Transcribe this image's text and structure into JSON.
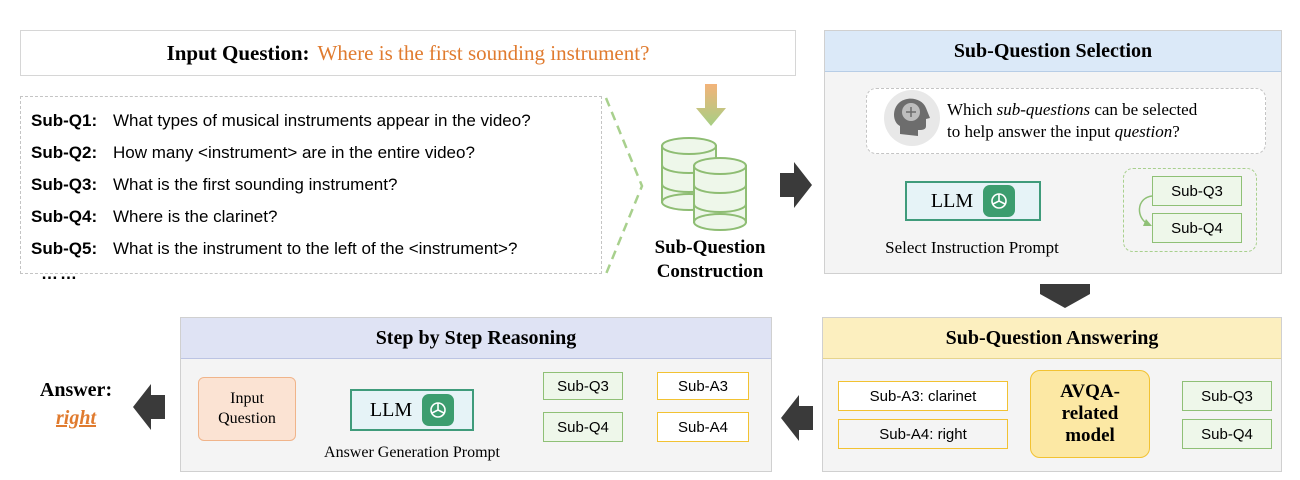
{
  "input": {
    "label": "Input Question:",
    "question": "Where is the first sounding instrument?"
  },
  "sub_questions": [
    {
      "tag": "Sub-Q1:",
      "text": "What types of musical instruments appear in the video?"
    },
    {
      "tag": "Sub-Q2:",
      "text": "How many <instrument> are in the entire video?"
    },
    {
      "tag": "Sub-Q3:",
      "text": "What is the first sounding instrument?"
    },
    {
      "tag": "Sub-Q4:",
      "text": "Where is the clarinet?"
    },
    {
      "tag": "Sub-Q5:",
      "text": "What is the instrument to the left of the <instrument>?"
    }
  ],
  "sub_questions_more": "……",
  "construction": {
    "line1": "Sub-Question",
    "line2": "Construction"
  },
  "selection": {
    "title": "Sub-Question Selection",
    "thought_pre": "Which ",
    "thought_em1": "sub-questions",
    "thought_mid": " can be selected",
    "thought_line2_pre": "to help answer the input ",
    "thought_em2": "question",
    "thought_end": "?",
    "llm": "LLM",
    "prompt": "Select Instruction Prompt",
    "selected": [
      "Sub-Q3",
      "Sub-Q4"
    ]
  },
  "answering": {
    "title": "Sub-Question Answering",
    "model_line1": "AVQA-",
    "model_line2": "related",
    "model_line3": "model",
    "inputs": [
      "Sub-Q3",
      "Sub-Q4"
    ],
    "outputs": [
      "Sub-A3: clarinet",
      "Sub-A4: right"
    ]
  },
  "reasoning": {
    "title": "Step by Step Reasoning",
    "input_line1": "Input",
    "input_line2": "Question",
    "llm": "LLM",
    "prompt": "Answer Generation Prompt",
    "pairs": [
      {
        "q": "Sub-Q3",
        "a": "Sub-A3"
      },
      {
        "q": "Sub-Q4",
        "a": "Sub-A4"
      }
    ]
  },
  "answer": {
    "label": "Answer:",
    "value": "right"
  },
  "colors": {
    "orange": "#e07b2f",
    "green": "#8fc076",
    "teal": "#3f9b7b",
    "yellow": "#f2c232",
    "dark_arrow": "#3a3a3a"
  }
}
